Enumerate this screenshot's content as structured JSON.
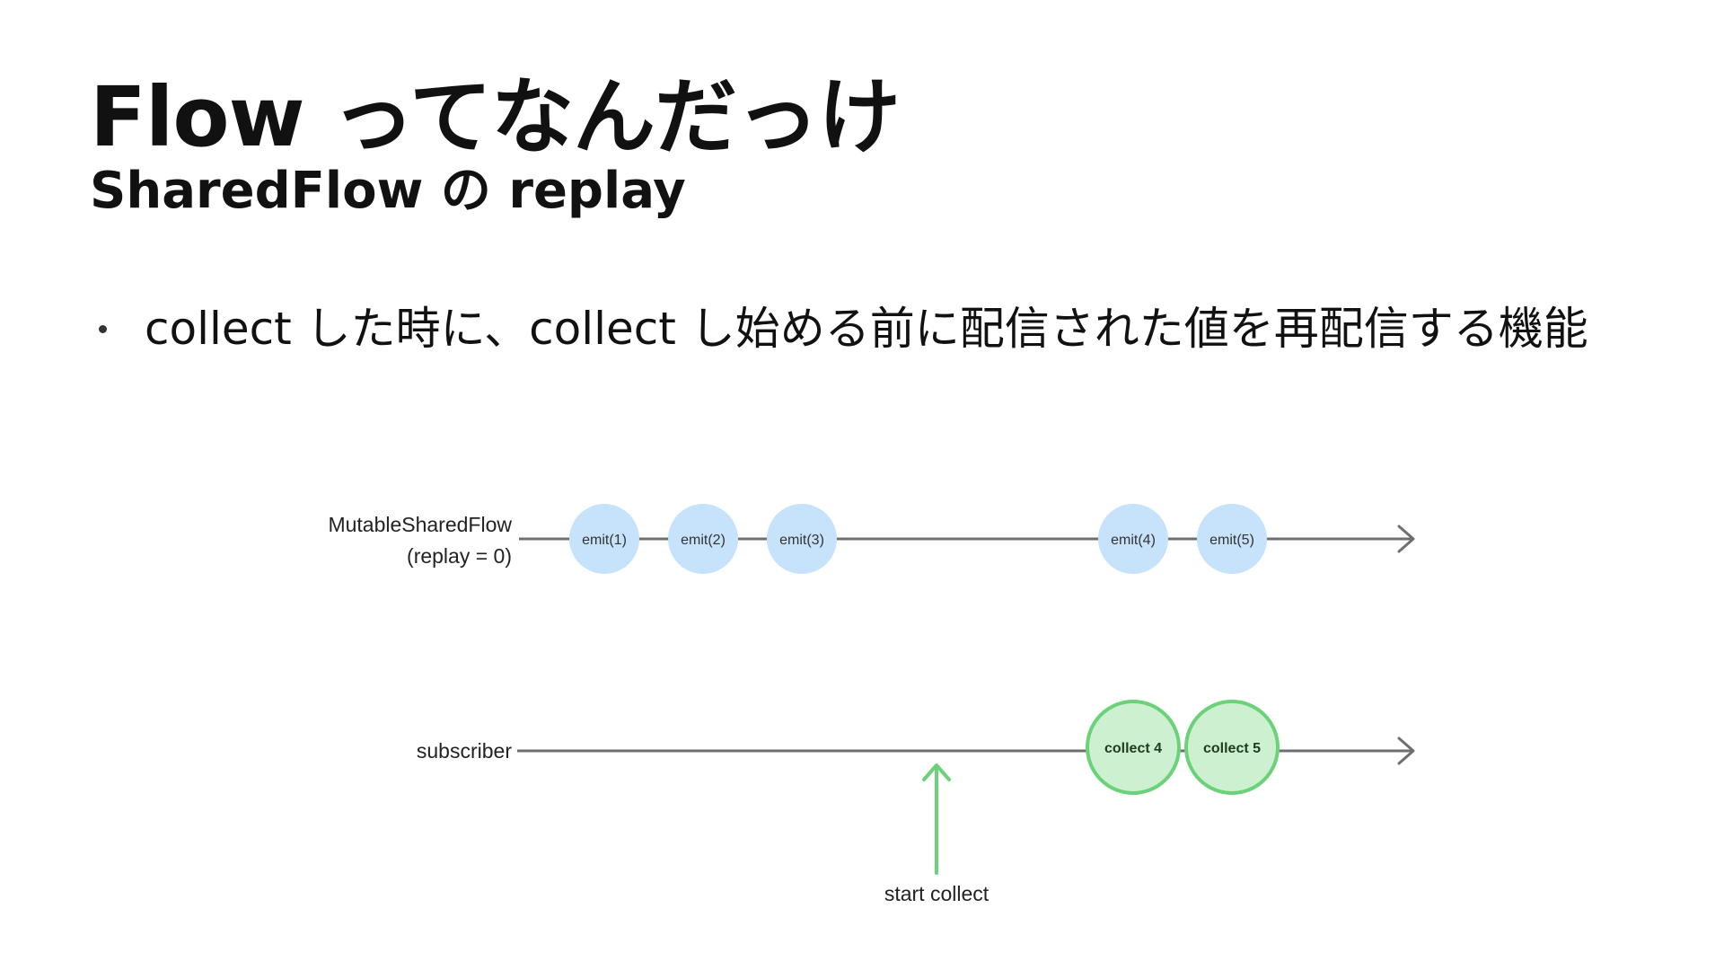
{
  "slide": {
    "title": "Flow ってなんだっけ",
    "subtitle": "SharedFlow の replay",
    "bullets": [
      "collect した時に、collect し始める前に配信された値を再配信する機能"
    ]
  },
  "diagram": {
    "source_label_line1": "MutableSharedFlow",
    "source_label_line2": "(replay = 0)",
    "subscriber_label": "subscriber",
    "emit_nodes": [
      "emit(1)",
      "emit(2)",
      "emit(3)",
      "emit(4)",
      "emit(5)"
    ],
    "collect_nodes": [
      "collect 4",
      "collect 5"
    ],
    "start_label": "start collect",
    "colors": {
      "line": "#6f6f6f",
      "emit_fill": "#c6e3fb",
      "collect_fill": "#cdf1d0",
      "collect_stroke": "#6cd27a",
      "start_arrow": "#6cd27a"
    }
  }
}
